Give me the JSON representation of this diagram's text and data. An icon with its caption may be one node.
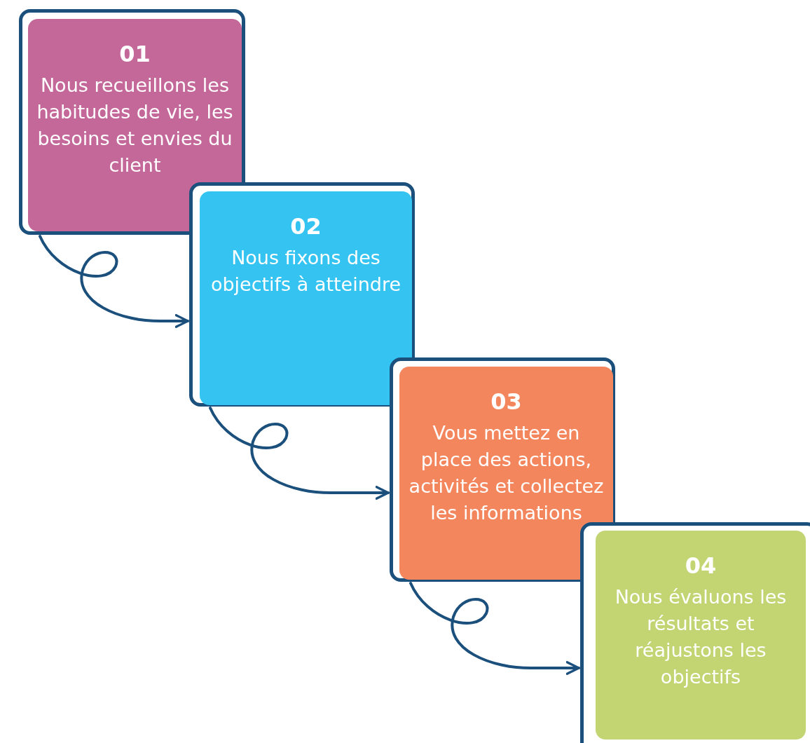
{
  "diagram": {
    "nodes": [
      {
        "text": [
          "01",
          "Nous recueillons les habitudes de vie, les besoins et envies du client"
        ]
      },
      {
        "text": [
          "02",
          "Nous fixons des objectifs à atteindre"
        ]
      },
      {
        "text": [
          "03",
          "Vous mettez en place des actions, activités et collectez les informations"
        ]
      },
      {
        "text": [
          "04",
          "Nous évaluons les résultats et réajustons les objectifs"
        ]
      }
    ],
    "edges": [
      {
        "from": 0,
        "to": 1,
        "arrow": "to"
      },
      {
        "from": 1,
        "to": 2,
        "arrow": "to"
      },
      {
        "from": 2,
        "to": 3,
        "arrow": "to"
      }
    ]
  }
}
